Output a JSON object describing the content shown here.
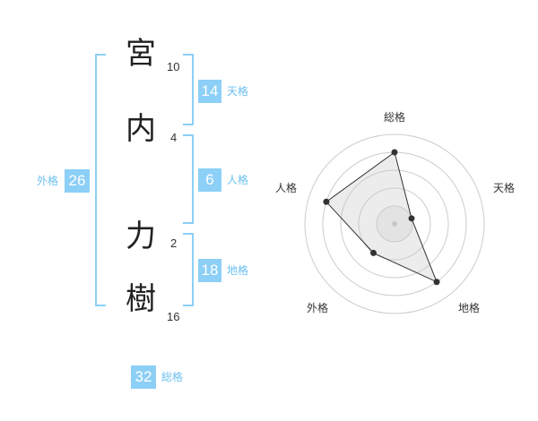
{
  "name_chars": [
    "宮",
    "内",
    "力",
    "樹"
  ],
  "strokes": [
    "10",
    "4",
    "2",
    "16"
  ],
  "kakusu": {
    "tenkaku": {
      "value": "14",
      "label": "天格"
    },
    "jinkaku": {
      "value": "6",
      "label": "人格"
    },
    "chikaku": {
      "value": "18",
      "label": "地格"
    },
    "gaikaku": {
      "value": "26",
      "label": "外格"
    },
    "soukaku": {
      "value": "32",
      "label": "総格"
    }
  },
  "colors": {
    "accent": "#8ccff7",
    "accent_text": "#6cc0f0",
    "text": "#222222"
  },
  "chart_data": {
    "type": "radar",
    "axes": [
      "総格",
      "天格",
      "地格",
      "外格",
      "人格"
    ],
    "values": [
      4,
      1,
      4,
      2,
      4
    ],
    "rmax": 5,
    "rings": 5
  }
}
